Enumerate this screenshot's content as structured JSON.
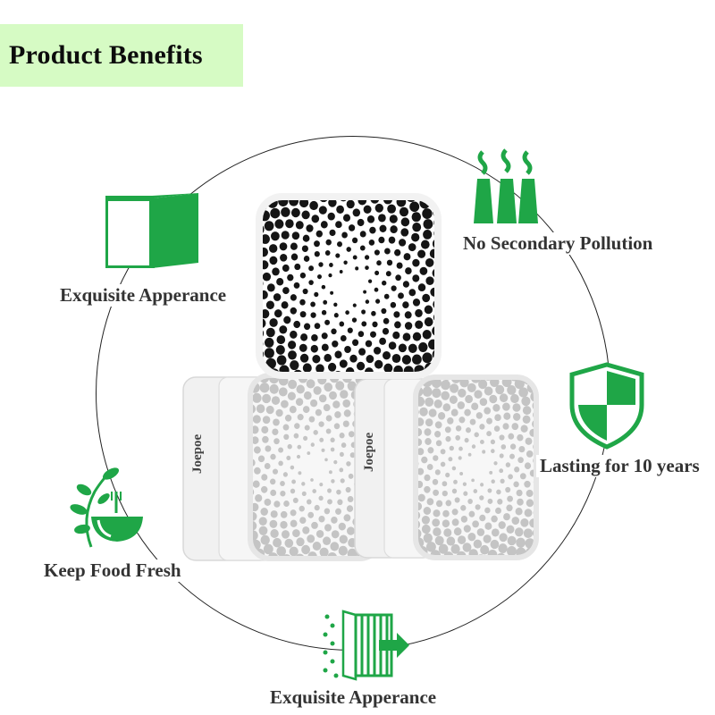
{
  "title": "Product Benefits",
  "colors": {
    "accent_green": "#1fa647",
    "banner": "#d6fbc4"
  },
  "benefits": [
    {
      "label": "Exquisite Apperance",
      "icon": "cube-icon"
    },
    {
      "label": "No Secondary Pollution",
      "icon": "factory-chimneys-icon"
    },
    {
      "label": "Lasting for 10 years",
      "icon": "shield-icon"
    },
    {
      "label": "Keep Food Fresh",
      "icon": "food-bowl-leaf-icon"
    },
    {
      "label": "Exquisite Apperance",
      "icon": "filter-arrow-icon"
    }
  ],
  "product": {
    "brand": "Joepoe"
  }
}
